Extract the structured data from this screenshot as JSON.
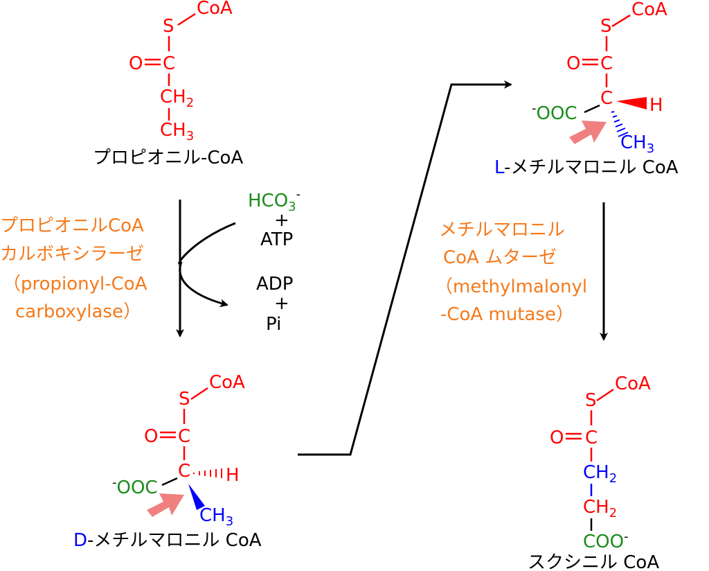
{
  "compounds": {
    "propionyl": {
      "coa": "CoA",
      "s": "S",
      "o": "O",
      "c": "C",
      "ch2_main": "CH",
      "ch2_sub": "2",
      "ch3_main": "CH",
      "ch3_sub": "3",
      "name": "プロピオニル-CoA"
    },
    "d_methylmalonyl": {
      "coa": "CoA",
      "s": "S",
      "o": "O",
      "c_top": "C",
      "c_center": "C",
      "h": "H",
      "ooc_charge": "-",
      "ooc": "OOC",
      "ch3_main": "CH",
      "ch3_sub": "3",
      "name_prefix": "D",
      "name_rest": "-メチルマロニル CoA"
    },
    "l_methylmalonyl": {
      "coa": "CoA",
      "s": "S",
      "o": "O",
      "c_top": "C",
      "c_center": "C",
      "h": "H",
      "ooc_charge": "-",
      "ooc": "OOC",
      "ch3_main": "CH",
      "ch3_sub": "3",
      "name_prefix": "L",
      "name_rest": "-メチルマロニル CoA"
    },
    "succinyl": {
      "coa": "CoA",
      "s": "S",
      "o": "O",
      "c": "C",
      "ch2a_main": "CH",
      "ch2a_sub": "2",
      "ch2b_main": "CH",
      "ch2b_sub": "2",
      "coo": "COO",
      "coo_charge": "-",
      "name": "スクシニル CoA"
    }
  },
  "reaction1": {
    "enzyme_line1": "プロピオニルCoA",
    "enzyme_line2": "カルボキシラーゼ",
    "enzyme_line3": "（propionyl-CoA",
    "enzyme_line4": "carboxylase）",
    "input_hco3_main": "HCO",
    "input_hco3_sub": "3",
    "input_hco3_charge": "-",
    "plus1": "+",
    "atp": "ATP",
    "adp": "ADP",
    "plus2": "+",
    "pi": "Pi"
  },
  "reaction2": {
    "enzyme_line1": "メチルマロニル",
    "enzyme_line2": "CoA ムターゼ",
    "enzyme_line3": "（methylmalonyl",
    "enzyme_line4": "-CoA mutase）"
  },
  "colors": {
    "backbone": "#ff0000",
    "methyl": "#0000ff",
    "carboxyl": "#1a8c1a",
    "enzyme": "#f47a1c",
    "highlight_arrow": "#f08080"
  }
}
